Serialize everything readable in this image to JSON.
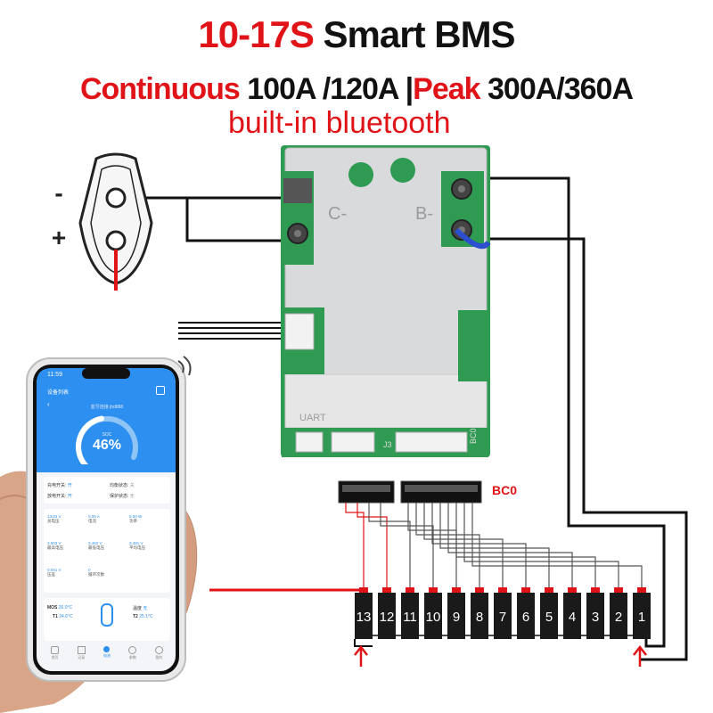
{
  "title": {
    "range": "10-17S",
    "name": "Smart BMS"
  },
  "subtitle": {
    "continuous_label": "Continuous",
    "continuous_value": "100A /120A",
    "separator": "|",
    "peak_label": "Peak",
    "peak_value": "300A/360A",
    "feature": "built-in bluetooth"
  },
  "board": {
    "c_label": "C-",
    "b_label": "B-",
    "uart_label": "UART",
    "bc0_label": "BC0",
    "j3_label": "J3"
  },
  "connector_label": "BC0",
  "terminal": {
    "minus": "-",
    "plus": "+"
  },
  "cells": [
    "13",
    "12",
    "11",
    "10",
    "9",
    "8",
    "7",
    "6",
    "5",
    "4",
    "3",
    "2",
    "1"
  ],
  "colors": {
    "accent_red": "#e01418",
    "app_blue": "#2d8ff0",
    "board_gray": "#d9dadb",
    "pcb_green": "#2f9a52"
  },
  "phone": {
    "time": "11:59",
    "header_title": "设备列表",
    "device_name": "蓝牙连接 jbd888",
    "soc_label": "SOC",
    "soc_value": "46%",
    "soc_fraction": 0.46,
    "charge_switch_label": "充电开关:",
    "charge_switch_value": "开",
    "balance_status_label": "均衡状态:",
    "balance_status_value": "关",
    "discharge_switch_label": "放电开关:",
    "discharge_switch_value": "开",
    "protect_status_label": "保护状态:",
    "protect_status_value": "无",
    "stats": [
      {
        "value": "13.03 V",
        "label": "总电压"
      },
      {
        "value": "0.00 A",
        "label": "电流"
      },
      {
        "value": "0.00 W",
        "label": "功率"
      },
      {
        "value": "3.503 V",
        "label": "最高电压"
      },
      {
        "value": "3.462 V",
        "label": "最低电压"
      },
      {
        "value": "3.481 V",
        "label": "平均电压"
      },
      {
        "value": "0.041 V",
        "label": "压差"
      },
      {
        "value": "0",
        "label": "循环次数"
      }
    ],
    "mos_label": "MOS",
    "mos_value": "26.0°C",
    "t1_label": "T1",
    "t1_value": "24.6°C",
    "temp_label": "温度",
    "temp_value": "无",
    "t2_label": "T2",
    "t2_value": "25.1°C",
    "nav": [
      "首页",
      "记录",
      "电池",
      "参数",
      "我的"
    ]
  }
}
